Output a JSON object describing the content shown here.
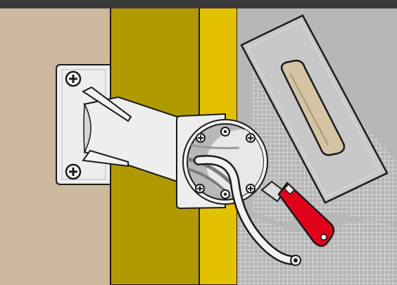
{
  "illustration": {
    "colors": {
      "top_bar": "#3a3a3a",
      "wall_beige": "#cdb99f",
      "insulation_olive": "#b09a00",
      "insulation_yellow": "#e2c200",
      "mesh_grey": "#b7b7b7",
      "bracket_white": "#eeeeee",
      "outline": "#1a1a1a",
      "trowel_steel": "#c8c8c8",
      "trowel_handle": "#d4c4a4",
      "knife_red": "#e0001b",
      "knife_blade": "#dddddd"
    },
    "objects": [
      {
        "name": "wall-mount-bracket",
        "icon": "bracket"
      },
      {
        "name": "circular-pipe-sleeve",
        "icon": "sleeve"
      },
      {
        "name": "plastering-trowel",
        "icon": "trowel"
      },
      {
        "name": "utility-knife",
        "icon": "knife"
      },
      {
        "name": "fiberglass-mesh",
        "icon": "mesh"
      },
      {
        "name": "cable",
        "icon": "cable"
      }
    ]
  }
}
